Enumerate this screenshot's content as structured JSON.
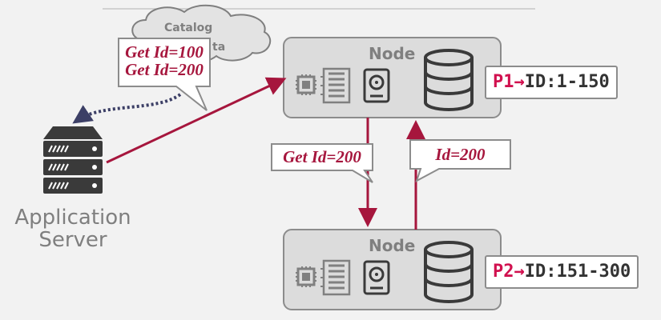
{
  "colors": {
    "accent": "#a6163d",
    "partition_id": "#d1114f",
    "node_fill": "#dcdcdc",
    "node_border": "#8c8c8c",
    "icon_gray": "#808080",
    "dark_icon": "#3a3a3a",
    "dotted_arrow": "#3c3f66"
  },
  "cloud": {
    "line1": "Catalog",
    "line2": "ta"
  },
  "client_callout": {
    "line1": "Get Id=100",
    "line2": "Get Id=200"
  },
  "node1": {
    "title": "Node",
    "partition": {
      "label": "P1→",
      "range": "ID:1-150"
    }
  },
  "node2": {
    "title": "Node",
    "partition": {
      "label": "P2→",
      "range": "ID:151-300"
    }
  },
  "request_callout": {
    "text": "Get Id=200"
  },
  "response_callout": {
    "text": "Id=200"
  },
  "app_server": {
    "line1": "Application",
    "line2": "Server"
  }
}
